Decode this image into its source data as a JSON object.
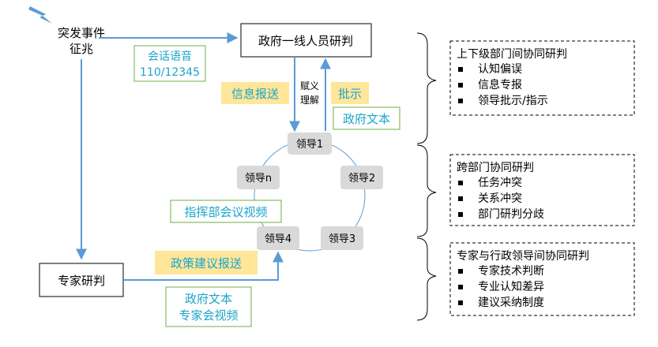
{
  "nodes": {
    "event": {
      "line1": "突发事件",
      "line2": "征兆"
    },
    "gov": {
      "label": "政府一线人员研判"
    },
    "expert": {
      "label": "专家研判"
    }
  },
  "leaders": {
    "l1": "领导1",
    "l2": "领导2",
    "l3": "领导3",
    "l4": "领导4",
    "ln": "领导n"
  },
  "edge_labels": {
    "hotline": {
      "line1": "会话语音",
      "line2": "110/12345"
    },
    "report": "信息报送",
    "empower": {
      "line1": "赋义",
      "line2": "理解"
    },
    "instruct": "批示",
    "gov_doc": "政府文本",
    "command_video": "指挥部会议视频",
    "policy_report": "政策建议报送",
    "doc_video": {
      "line1": "政府文本",
      "line2": "专家会视频"
    }
  },
  "panels": {
    "p1": {
      "title": "上下级部门间协同研判",
      "items": [
        "认知偏误",
        "信息专报",
        "领导批示/指示"
      ]
    },
    "p2": {
      "title": "跨部门协同研判",
      "items": [
        "任务冲突",
        "关系冲突",
        "部门研判分歧"
      ]
    },
    "p3": {
      "title": "专家与行政领导间协同研判",
      "items": [
        "专家技术判断",
        "专业认知差异",
        "建议采纳制度"
      ]
    }
  },
  "colors": {
    "arrow": "#5b9bd5",
    "teal_text": "#1aa5c9",
    "highlight": "#ffe699",
    "leader_fill": "#d9d9d9",
    "teal_border": "#70ad47",
    "bolt": "#5b9bd5"
  }
}
